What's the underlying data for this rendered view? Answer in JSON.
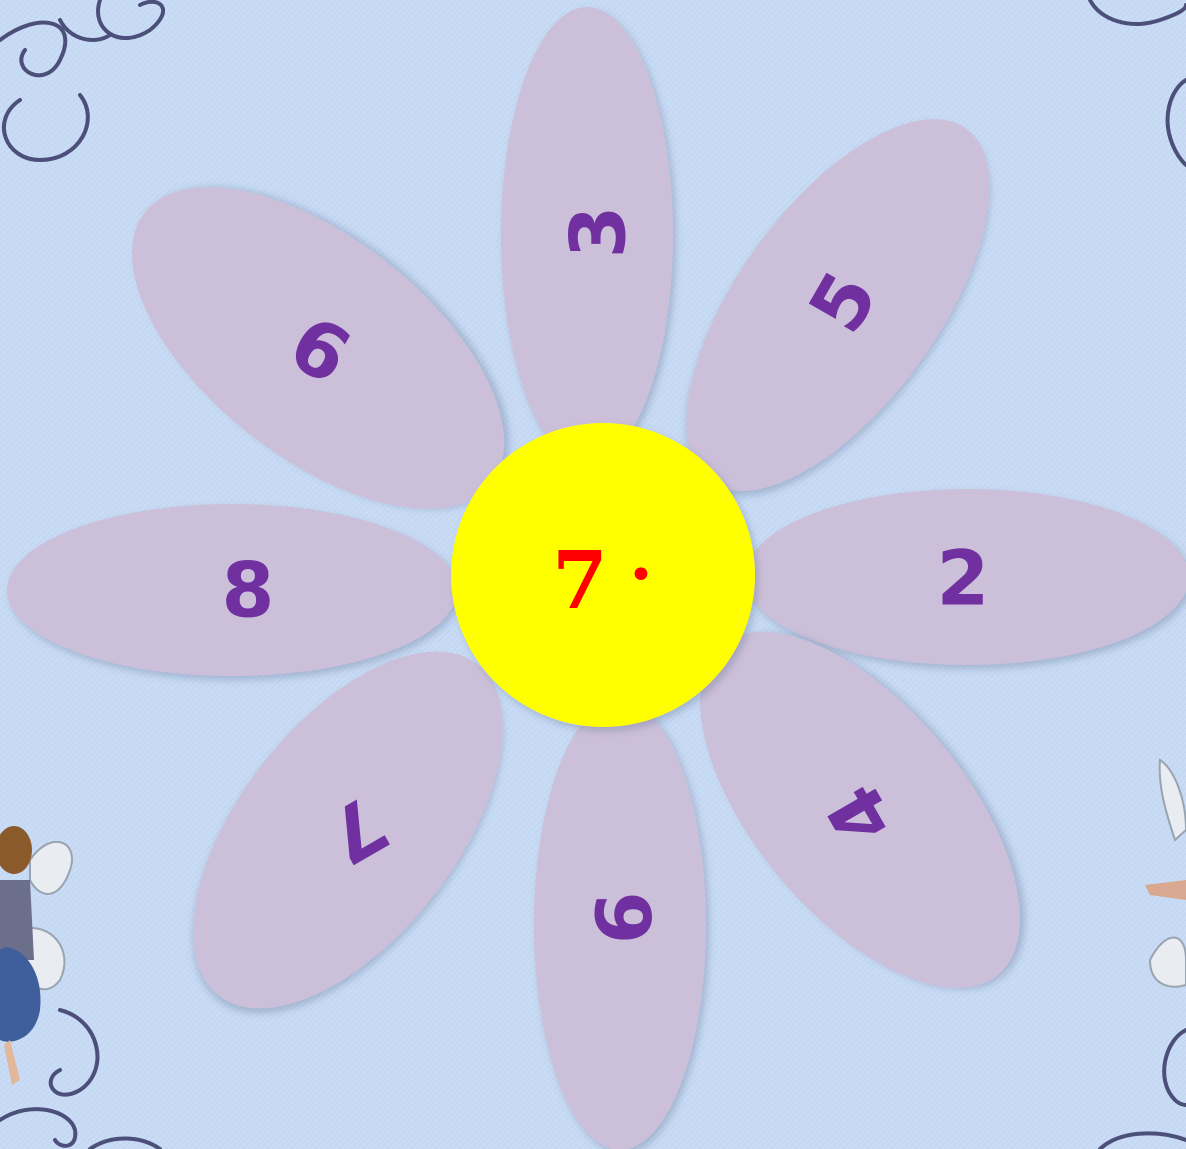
{
  "center": {
    "label": "7",
    "dot": "•",
    "fill": "#ffff00",
    "text_color": "#ff0000"
  },
  "petal_style": {
    "fill": "#ccbfd9",
    "text_color": "#7030a0"
  },
  "petals": [
    {
      "id": "top",
      "number": "3"
    },
    {
      "id": "top-right",
      "number": "5"
    },
    {
      "id": "right",
      "number": "2"
    },
    {
      "id": "bottom-right",
      "number": "4"
    },
    {
      "id": "bottom",
      "number": "9"
    },
    {
      "id": "bottom-left",
      "number": "7"
    },
    {
      "id": "left",
      "number": "8"
    },
    {
      "id": "top-left",
      "number": "6"
    }
  ],
  "decorations": [
    "swirl-ornament-icon",
    "fairy-icon"
  ]
}
